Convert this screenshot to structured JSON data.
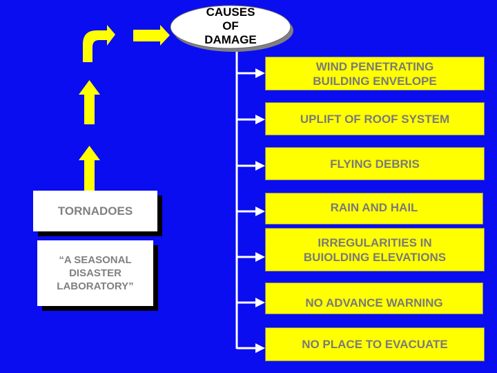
{
  "title": {
    "line1": "CAUSES",
    "line2": "OF",
    "line3": "DAMAGE"
  },
  "left": {
    "tornadoes": "TORNADOES",
    "subtitle": "“A SEASONAL DISASTER LABORATORY”"
  },
  "causes": [
    {
      "label": "WIND PENETRATING BUILDING ENVELOPE"
    },
    {
      "label": "UPLIFT OF ROOF SYSTEM"
    },
    {
      "label": "FLYING DEBRIS"
    },
    {
      "label": "RAIN AND HAIL"
    },
    {
      "label": "IRREGULARITIES IN BUIOLDING ELEVATIONS"
    },
    {
      "label": "NO ADVANCE WARNING"
    },
    {
      "label": "NO PLACE TO EVACUATE"
    }
  ],
  "colors": {
    "background": "#0a0df0",
    "box": "#ffff00",
    "arrow": "#ffff00",
    "connector": "#ffffff"
  }
}
